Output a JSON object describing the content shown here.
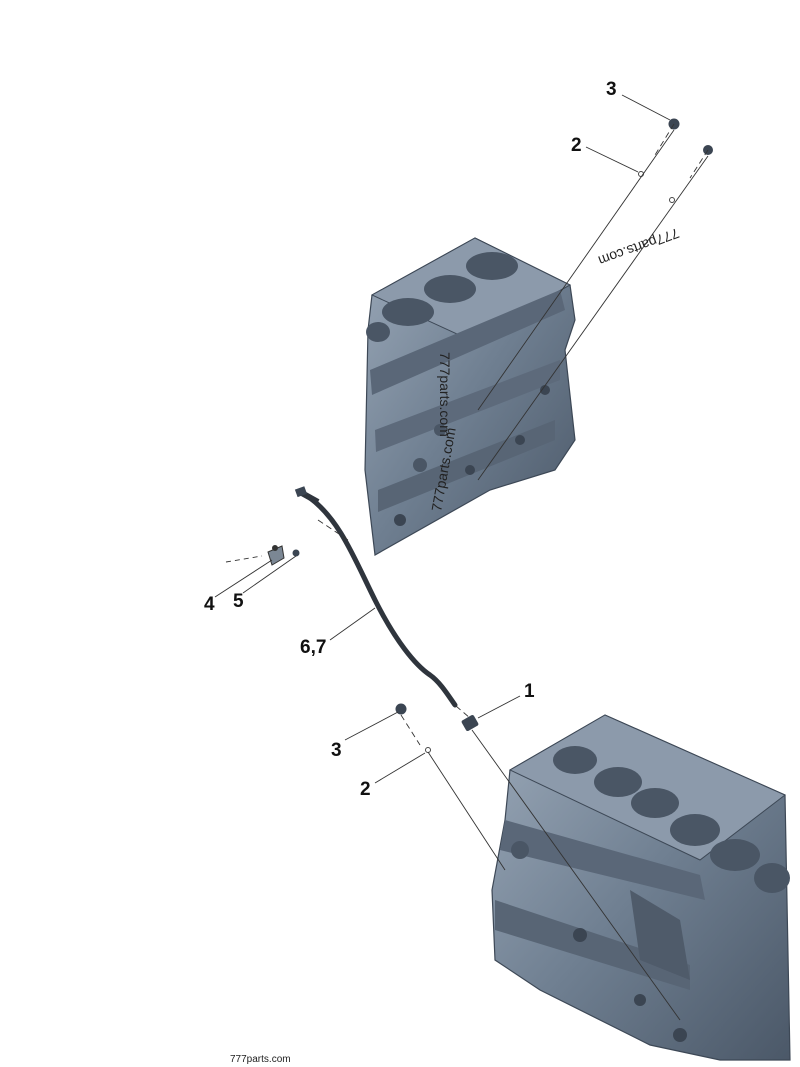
{
  "callouts": {
    "c1": "1",
    "c2_top": "2",
    "c3_top": "3",
    "c2_bottom": "2",
    "c3_bottom": "3",
    "c4": "4",
    "c5": "5",
    "c67": "6,7"
  },
  "watermarks": {
    "top_right": "777parts.com",
    "block_vertical": "777parts.com",
    "block_vertical2": "777parts.com",
    "footer": "777parts.com"
  },
  "colors": {
    "engine_block": "#6f7f91",
    "engine_dark": "#4b5868",
    "engine_light": "#9aa8b8",
    "leader_line": "#333333"
  }
}
